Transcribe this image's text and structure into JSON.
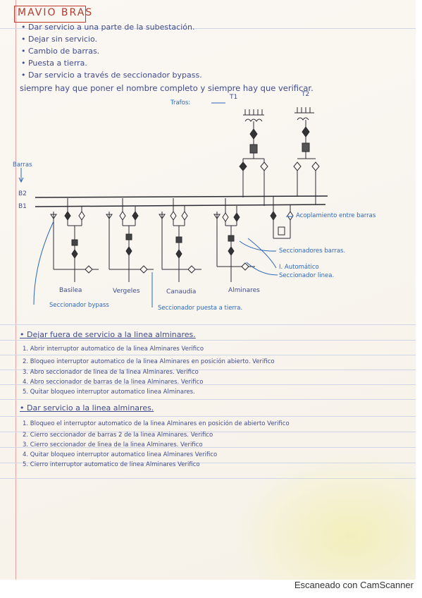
{
  "title": "MAVIO BRAS",
  "intro_items": [
    "• Dar servicio a una parte de la subestación.",
    "• Dejar sin servicio.",
    "• Cambio de barras.",
    "• Puesta a tierra.",
    "• Dar servicio a través de seccionador bypass."
  ],
  "intro_note": "siempre hay que poner el nombre completo y siempre hay que verificar.",
  "diagram": {
    "trafos_label": "Trafos:",
    "t1": "T1",
    "t2": "T2",
    "barras_label": "Barras",
    "b2": "B2",
    "b1": "B1",
    "feeders": [
      "Basilea",
      "Vergeles",
      "Canaudia",
      "Alminares"
    ],
    "acoplamiento": "Acoplamiento entre barras",
    "seccionadores_barras": "Seccionadores barras.",
    "int_automatico": "I. Automático",
    "seccionador_linea": "Seccionador linea.",
    "bypass": "Seccionador bypass",
    "puesta_tierra": "Seccionador puesta a tierra."
  },
  "section1": {
    "heading": "• Dejar fuera de servicio a la linea alminares.",
    "steps": [
      "1. Abrir interruptor automatico de la linea Alminares Verifico",
      "2. Bloqueo interruptor automatico de la linea Alminares en posición abierto. Verifico",
      "3. Abro seccionador de linea de la linea Alminares. Verifico",
      "4. Abro seccionador de barras de la linea Alminares. Verifico",
      "5. Quitar bloqueo interruptor automatico linea Alminares."
    ]
  },
  "section2": {
    "heading": "• Dar servicio a la linea alminares.",
    "steps": [
      "1. Bloqueo el interruptor automatico de la linea Alminares en posición de abierto Verifico",
      "2. Cierro seccionador de barras 2 de la linea Alminares. Verifico",
      "3. Cierro seccionador de linea de la linea Alminares. Verifico",
      "4. Quitar bloqueo interruptor automatico linea Alminares Verifico",
      "5. Cierro interruptor automatico de linea Alminares Verifico"
    ]
  },
  "footer": "Escaneado con CamScanner",
  "colors": {
    "ink": "#3e4b8e",
    "red_ink": "#b03a2e",
    "blue_note": "#2d67b8"
  }
}
